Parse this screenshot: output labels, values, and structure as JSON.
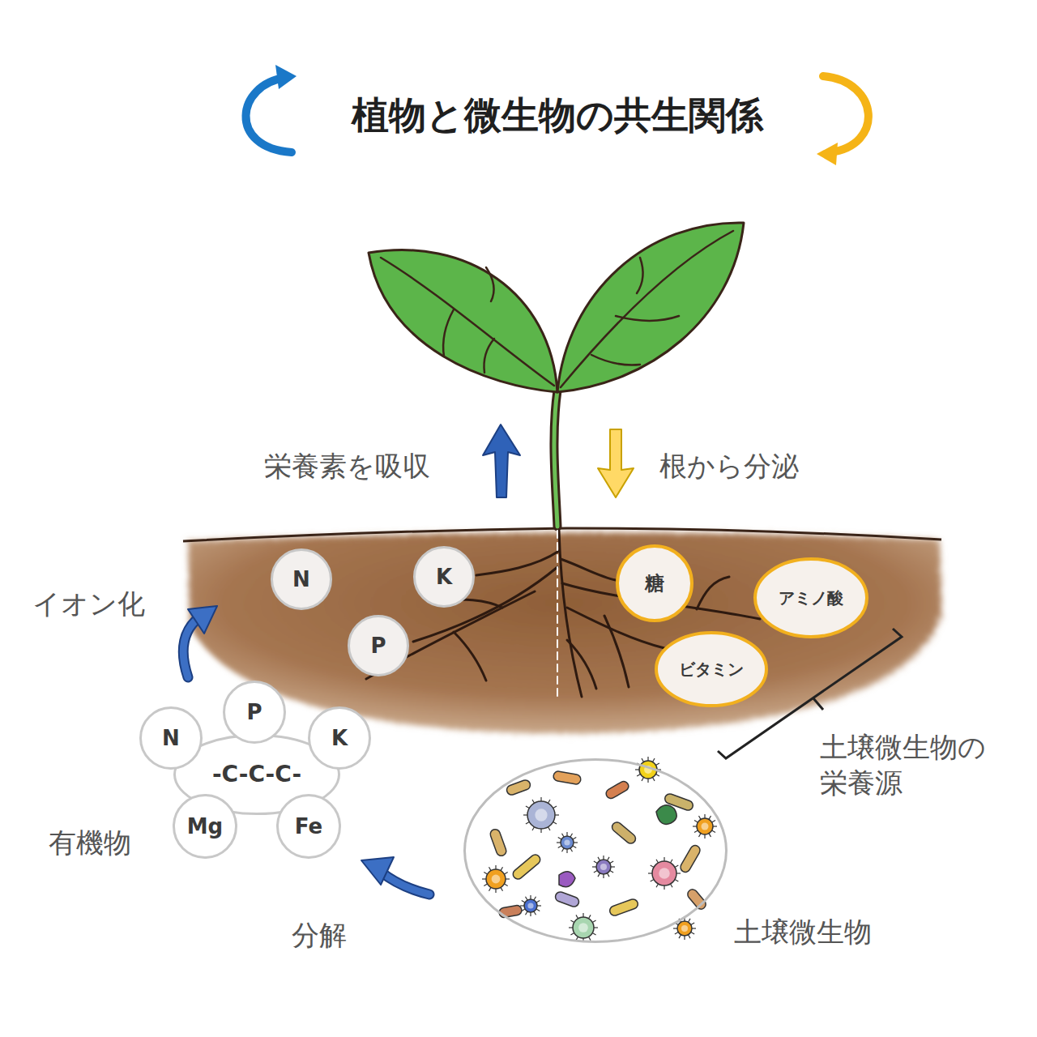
{
  "diagram": {
    "title": "植物と微生物の共生関係",
    "nodes": [
      {
        "text": [
          "N"
        ]
      },
      {
        "text": [
          "K"
        ]
      },
      {
        "text": [
          "P"
        ]
      },
      {
        "text": [
          "糖"
        ]
      },
      {
        "text": [
          "アミノ酸"
        ]
      },
      {
        "text": [
          "ビタミン"
        ]
      },
      {
        "text": [
          "-C-C-C-"
        ]
      },
      {
        "text": [
          "N"
        ]
      },
      {
        "text": [
          "P"
        ]
      },
      {
        "text": [
          "K"
        ]
      },
      {
        "text": [
          "Mg"
        ]
      },
      {
        "text": [
          "Fe"
        ]
      },
      {
        "text": [
          "土壌微生物"
        ]
      }
    ],
    "labels": [
      "栄養素を吸収",
      "根から分泌",
      "イオン化",
      "土壌微生物の 栄養源",
      "有機物",
      "分解"
    ]
  }
}
